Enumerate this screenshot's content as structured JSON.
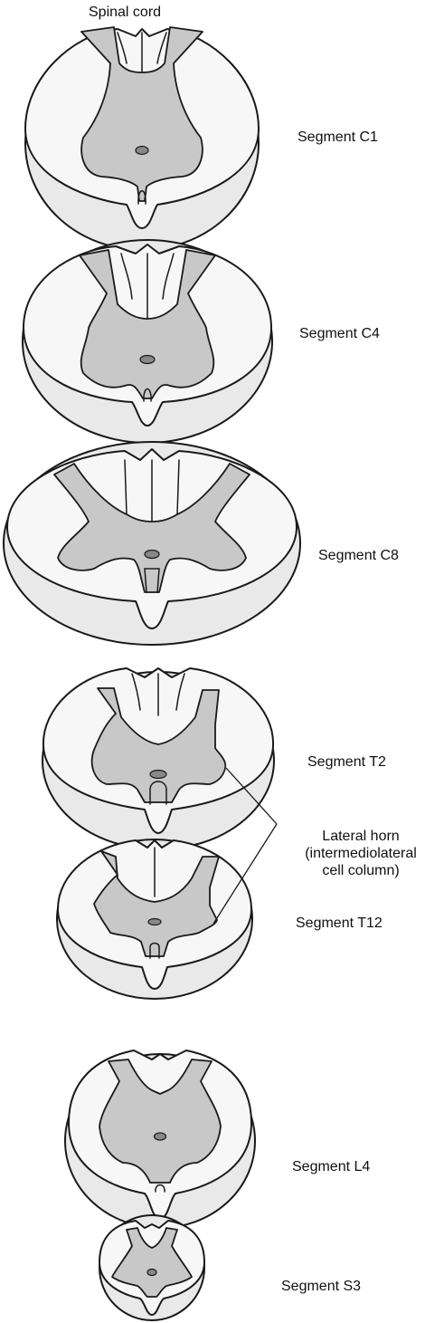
{
  "title": "Spinal cord",
  "segments": [
    {
      "label": "Segment C1"
    },
    {
      "label": "Segment C4"
    },
    {
      "label": "Segment C8"
    },
    {
      "label": "Segment T2"
    },
    {
      "label": "Segment T12"
    },
    {
      "label": "Segment L4"
    },
    {
      "label": "Segment S3"
    }
  ],
  "lateral_horn": {
    "line1": "Lateral horn",
    "line2": "(intermediolateral",
    "line3": "cell column)"
  },
  "colors": {
    "white_matter": "#f7f7f7",
    "gray_matter": "#c8c8c8",
    "outline": "#1a1a1a"
  }
}
